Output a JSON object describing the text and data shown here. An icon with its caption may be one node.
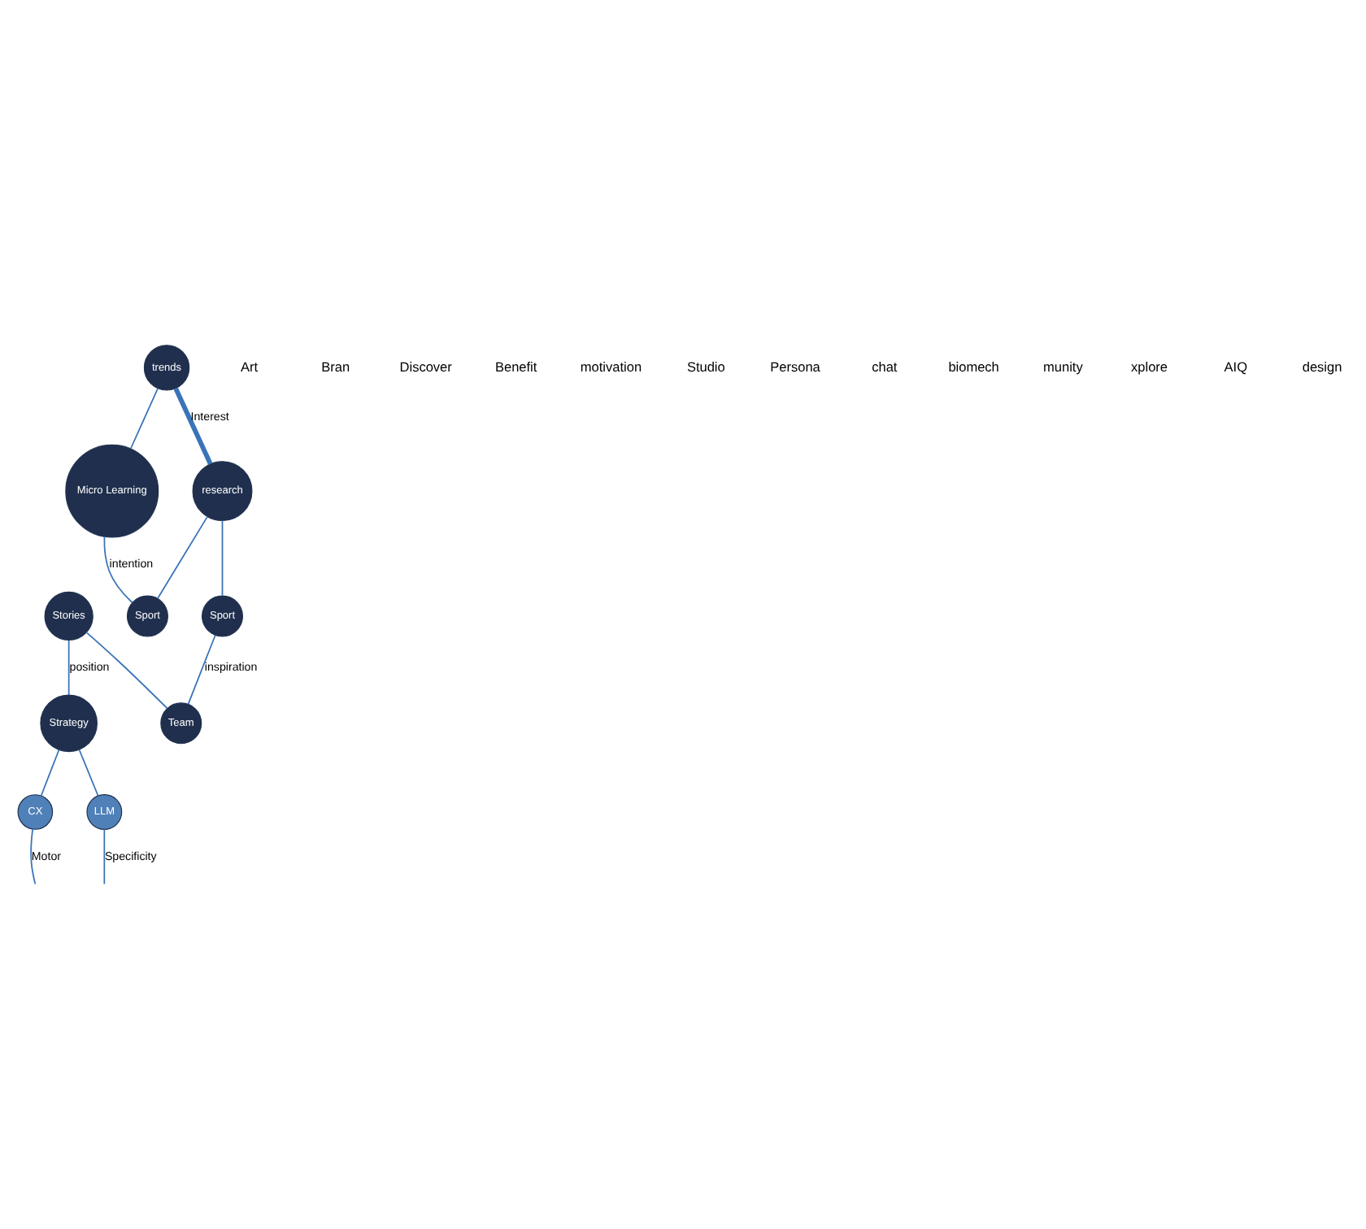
{
  "diagram": {
    "nodes": [
      {
        "text": [
          "Micro Learning"
        ]
      },
      {
        "text": [
          "trends"
        ]
      },
      {
        "text": [
          "research"
        ]
      },
      {
        "text": [
          "Sport"
        ]
      },
      {
        "text": [
          "Stories"
        ]
      },
      {
        "text": [
          "CX"
        ]
      },
      {
        "text": [
          "Strategy"
        ]
      },
      {
        "text": [
          "Sport"
        ]
      },
      {
        "text": [
          "Team"
        ]
      },
      {
        "text": [
          "LLM"
        ]
      }
    ],
    "edges": [
      {
        "from": 1,
        "to": 0,
        "arrow": "none"
      },
      {
        "from": 1,
        "to": 2,
        "arrow": "none",
        "label": "Interest",
        "style": "thick"
      },
      {
        "from": 0,
        "to": 3,
        "arrow": "none",
        "label": "intention"
      },
      {
        "from": 2,
        "to": 3,
        "arrow": "none"
      },
      {
        "from": 2,
        "to": 7,
        "arrow": "none"
      },
      {
        "from": 4,
        "to": 6,
        "arrow": "none",
        "label": "position"
      },
      {
        "from": 4,
        "to": 8,
        "arrow": "none"
      },
      {
        "from": 6,
        "to": 5,
        "arrow": "none"
      },
      {
        "from": 6,
        "to": 9,
        "arrow": "none"
      },
      {
        "from": 5,
        "to": null,
        "arrow": "none",
        "label": "Motor"
      },
      {
        "from": 9,
        "to": null,
        "arrow": "none",
        "label": "Specificity"
      },
      {
        "from": 7,
        "to": 8,
        "arrow": "none",
        "label": "inspiration"
      }
    ],
    "labels": [
      "Art",
      "Bran",
      "Discover",
      "Benefit",
      "motivation",
      "Studio",
      "Persona",
      "chat",
      "biomech",
      "munity",
      "xplore",
      "AIQ",
      "design"
    ]
  }
}
